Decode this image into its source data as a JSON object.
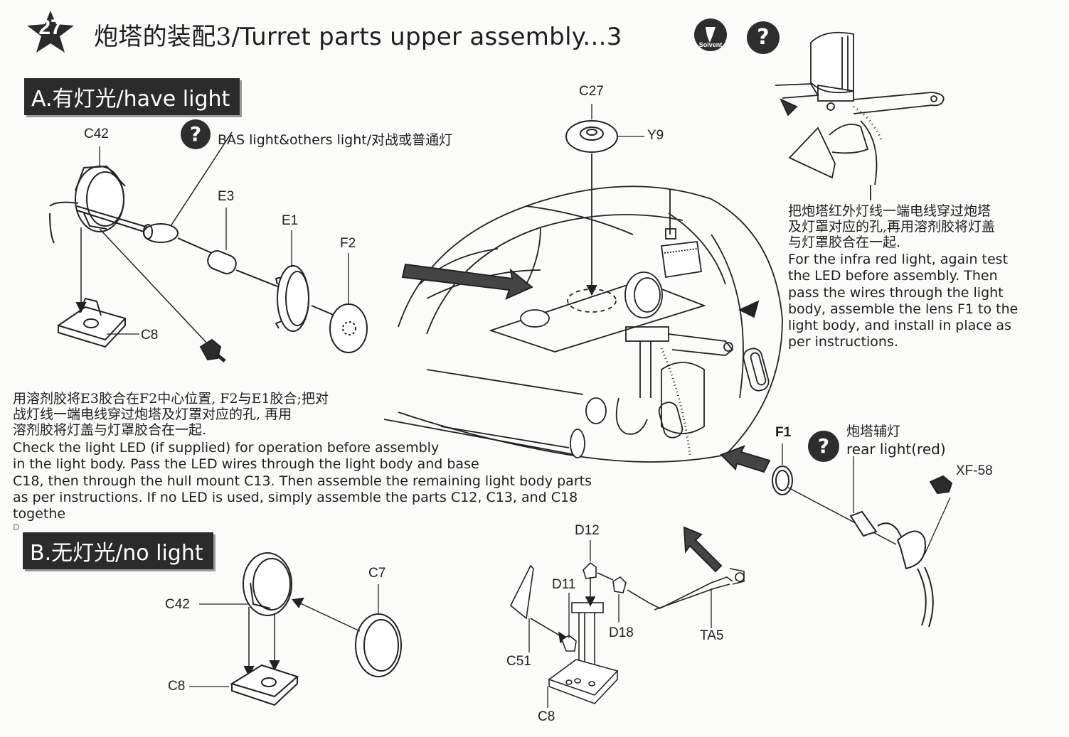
{
  "header": {
    "step_number": "27",
    "title_cn": "炮塔的装配3",
    "title_en": "/Turret parts upper assembly...3",
    "solvent_label": "Solvent",
    "question_mark": "?"
  },
  "section_a": {
    "label": "A.有灯光/have light",
    "bas_note": "BAS light&others light/对战或普通灯",
    "parts": {
      "c42": "C42",
      "e3": "E3",
      "e1": "E1",
      "f2": "F2",
      "c8": "C8"
    }
  },
  "center": {
    "parts": {
      "c27": "C27",
      "y9": "Y9"
    }
  },
  "right_top": {
    "cn_line1": "把炮塔红外灯线一端电线穿过炮塔",
    "cn_line2": "及灯罩对应的孔,再用溶剂胶将灯盖",
    "cn_line3": "与灯罩胶合在一起.",
    "en_lines": [
      " For the infra red light, again test",
      "the LED before assembly. Then",
      "pass the wires through the light",
      "body, assemble the lens F1 to the",
      "light body, and install in place as",
      "per instructions."
    ]
  },
  "left_instructions": {
    "cn_lines": [
      "用溶剂胶将E3胶合在F2中心位置, F2与E1胶合;把对",
      "战灯线一端电线穿过炮塔及灯罩对应的孔, 再用",
      "溶剂胶将灯盖与灯罩胶合在一起."
    ],
    "en_lines": [
      "Check the light LED (if supplied) for operation before assembly",
      "in the light body. Pass the LED wires through the light body and base",
      "C18, then through the hull mount C13. Then assemble the remaining light body parts",
      "as per instructions. If no LED is used, simply assemble the parts C12, C13, and C18",
      "togethe",
      "D"
    ]
  },
  "rear_light": {
    "f1": "F1",
    "label_cn": "炮塔辅灯",
    "label_en": "rear light(red)",
    "xf58": "XF-58"
  },
  "section_b": {
    "label": "B.无灯光/no light",
    "parts": {
      "c42": "C42",
      "c7": "C7",
      "c8": "C8"
    }
  },
  "bottom_center": {
    "parts": {
      "d12": "D12",
      "d11": "D11",
      "d18": "D18",
      "ta5": "TA5",
      "c51": "C51",
      "c8": "C8"
    }
  }
}
